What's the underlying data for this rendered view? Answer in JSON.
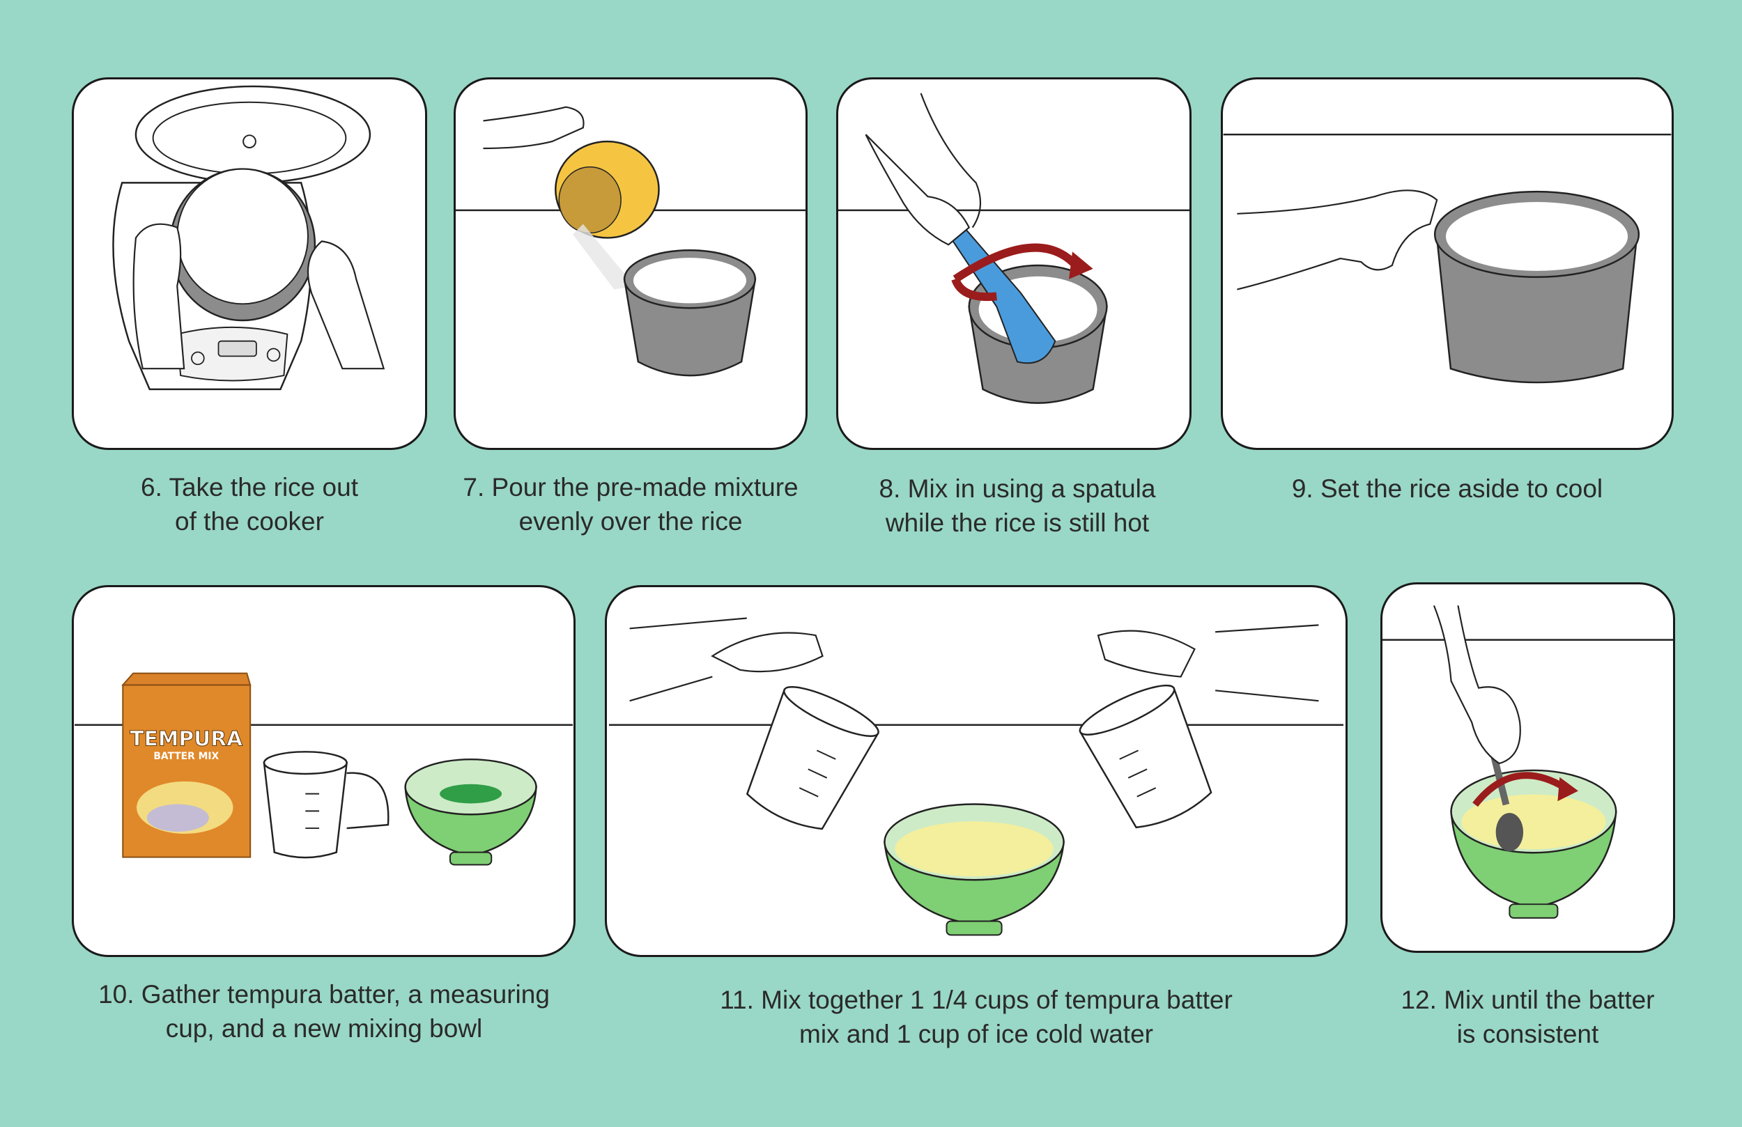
{
  "steps": [
    {
      "number": 6,
      "line1": "6. Take the rice out",
      "line2": "of the cooker"
    },
    {
      "number": 7,
      "line1": "7. Pour the pre-made mixture",
      "line2": "evenly over the rice"
    },
    {
      "number": 8,
      "line1": "8. Mix in using a spatula",
      "line2": "while the rice is still hot"
    },
    {
      "number": 9,
      "line1": "9. Set the rice aside to cool",
      "line2": ""
    },
    {
      "number": 10,
      "line1": "10. Gather tempura batter, a measuring",
      "line2": "cup, and a new mixing bowl"
    },
    {
      "number": 11,
      "line1": "11. Mix together 1 1/4 cups of tempura batter",
      "line2": "mix and 1 cup of ice cold water"
    },
    {
      "number": 12,
      "line1": "12. Mix until the batter",
      "line2": "is consistent"
    }
  ],
  "box_label": {
    "brand": "TEMPURA",
    "sub": "BATTER MIX"
  },
  "colors": {
    "background": "#99d7c6",
    "panel": "#ffffff",
    "pot": "#8c8c8c",
    "bowl": "#7fcf74",
    "batter": "#f4ef9c",
    "box": "#e0892a",
    "spatula": "#4a9bdc",
    "arrow": "#9b1c1c",
    "mixing_cup": "#f5c542"
  }
}
